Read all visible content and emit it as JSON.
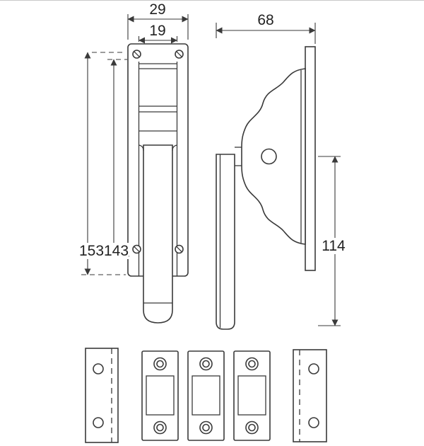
{
  "drawing": {
    "kind": "window-fastener-technical-drawing",
    "dims": {
      "width_outer": "29",
      "width_inner": "19",
      "depth": "68",
      "height_total": "153",
      "height_plate": "143",
      "height_handle": "114"
    },
    "colors": {
      "line": "#3a3a3a",
      "text": "#222222",
      "background": "#ffffff"
    }
  }
}
